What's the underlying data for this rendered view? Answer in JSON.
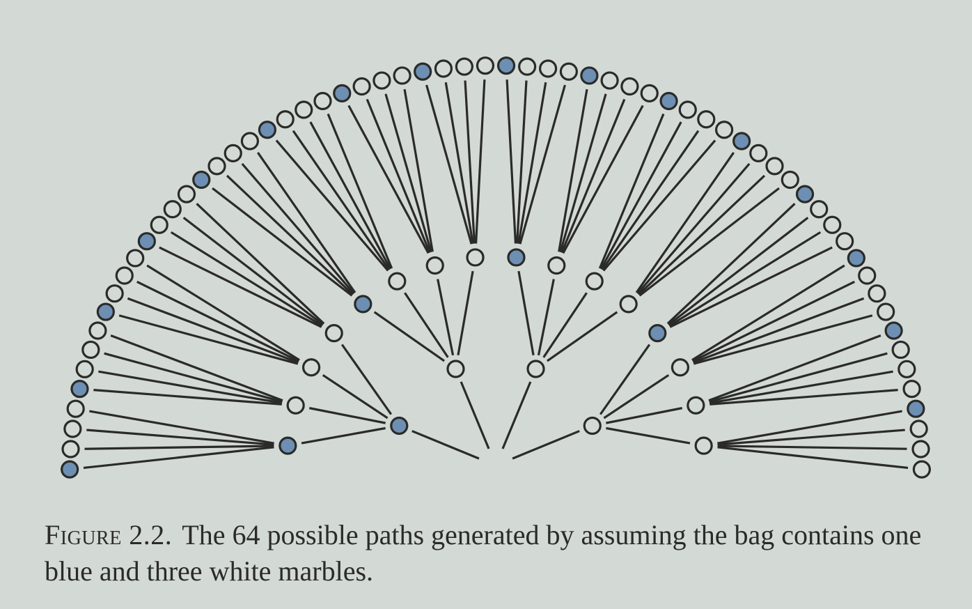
{
  "figure": {
    "total_paths": 64,
    "levels": 3,
    "bag": [
      "blue",
      "white",
      "white",
      "white"
    ],
    "colors": {
      "background": "#d3d9d4",
      "blue_marble": "#6d8fb3",
      "white_marble": "#d3d9d4",
      "stroke": "#2a2b29"
    }
  },
  "caption": {
    "label": "Figure 2.2.",
    "text": "The 64 possible paths generated by assuming the bag contains one blue and three white marbles."
  }
}
